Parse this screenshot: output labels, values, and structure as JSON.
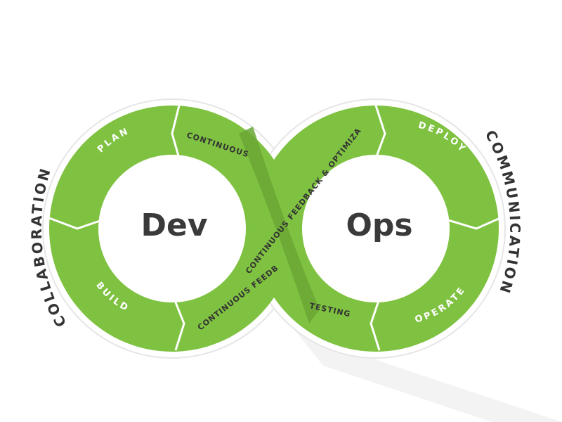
{
  "diagram": {
    "hubs": {
      "left": "Dev",
      "right": "Ops"
    },
    "stages": {
      "plan": "PLAN",
      "build": "BUILD",
      "continuous": "CONTINUOUS",
      "testing": "TESTING",
      "deploy": "DEPLOY",
      "operate": "OPERATE"
    },
    "feedback": {
      "top": "CONTINUOUS FEEDBACK & OPTIMIZATION",
      "bottom": "CONTINUOUS FEEDBACK"
    },
    "sides": {
      "left": "COLLABORATION",
      "right": "COMMUNICATION"
    }
  },
  "colors": {
    "green": "#7fc241",
    "green_dark": "#5e9a2c",
    "hub": "#ffffff",
    "text_dark": "#333333"
  }
}
